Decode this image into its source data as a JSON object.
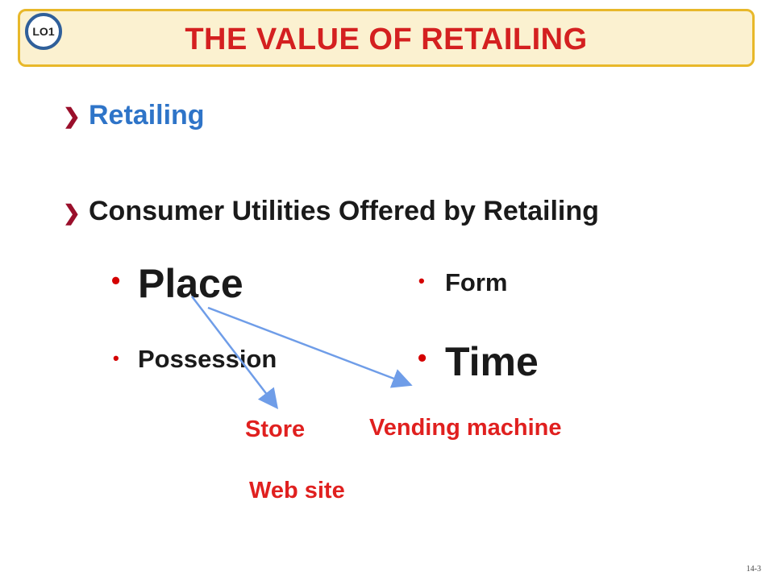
{
  "header": {
    "title": "THE VALUE OF RETAILING",
    "badge": "LO1"
  },
  "content": {
    "point1": "Retailing",
    "point2": "Consumer Utilities Offered by Retailing",
    "utilities": [
      {
        "label": "Place"
      },
      {
        "label": "Form"
      },
      {
        "label": "Possession"
      },
      {
        "label": "Time"
      }
    ],
    "examples": [
      {
        "label": "Store"
      },
      {
        "label": "Vending machine"
      },
      {
        "label": "Web site"
      }
    ]
  },
  "footer": {
    "slide_number": "14-3"
  },
  "colors": {
    "title": "#d42020",
    "heading_blue": "#2e74c8",
    "example_red": "#e0201f",
    "arrow": "#6f9de8",
    "bullet": "#d40000"
  }
}
